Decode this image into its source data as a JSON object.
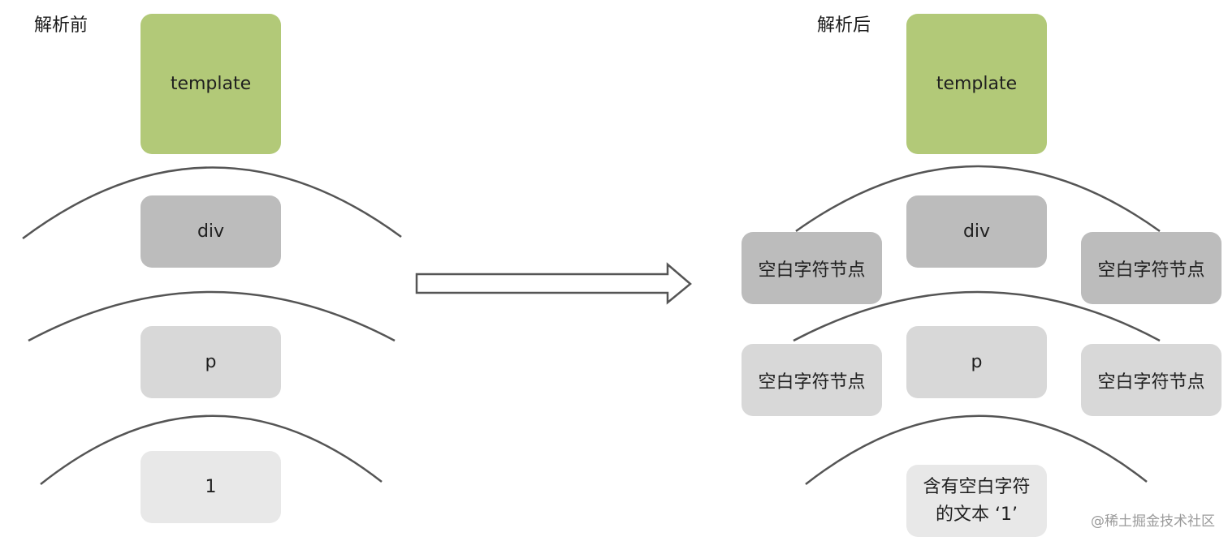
{
  "left": {
    "title": "解析前",
    "nodes": {
      "template": "template",
      "div": "div",
      "p": "p",
      "text": "1"
    }
  },
  "right": {
    "title": "解析后",
    "nodes": {
      "template": "template",
      "div": "div",
      "p": "p",
      "whitespace_label": "空白字符节点",
      "text_line1": "含有空白字符",
      "text_line2": "的文本 ‘1’"
    }
  },
  "watermark": "@稀土掘金技术社区",
  "colors": {
    "template": "#b2c978",
    "div": "#bcbcbc",
    "p": "#d8d8d8",
    "text": "#e8e8e8",
    "line": "#555555"
  }
}
